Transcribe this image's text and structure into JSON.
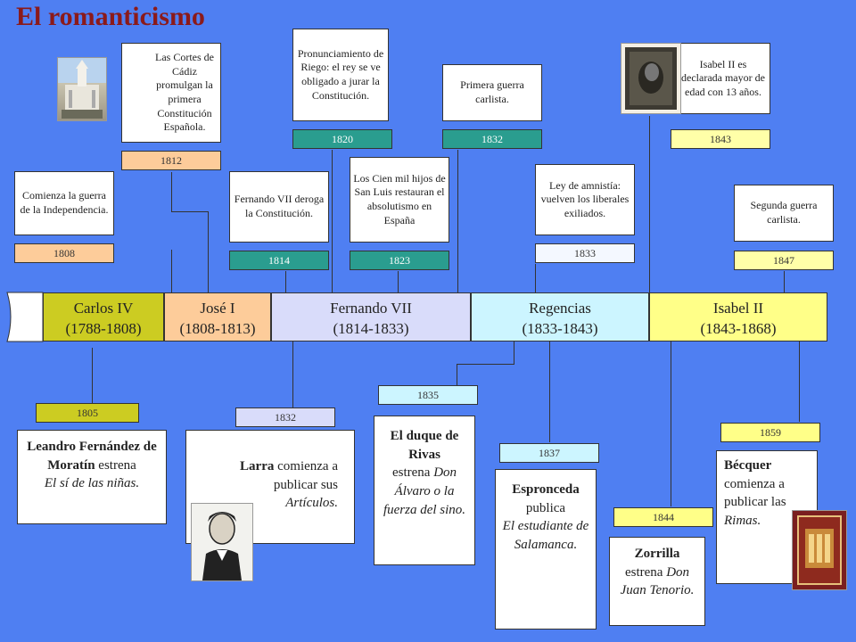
{
  "title": "El romanticismo",
  "events_top": [
    {
      "id": "e1812",
      "text": "Las Cortes de Cádiz promulgan la primera Constitución Española.",
      "year": "1812"
    },
    {
      "id": "e1820",
      "text": "Pronunciamiento de Riego: el rey se ve obligado a jurar la Constitución.",
      "year": "1820"
    },
    {
      "id": "e1832",
      "text": "Primera guerra carlista.",
      "year": "1832"
    },
    {
      "id": "e1843",
      "text": "Isabel II es declarada mayor de edad con 13 años.",
      "year": "1843"
    },
    {
      "id": "e1808",
      "text": "Comienza la guerra de la Independencia.",
      "year": "1808"
    },
    {
      "id": "e1814",
      "text": "Fernando VII deroga la Constitución.",
      "year": "1814"
    },
    {
      "id": "e1823",
      "text": "Los Cien mil hijos de San Luis restauran el absolutismo en España",
      "year": "1823"
    },
    {
      "id": "e1833",
      "text": "Ley de amnistía: vuelven los liberales exiliados.",
      "year": "1833"
    },
    {
      "id": "e1847",
      "text": "Segunda guerra carlista.",
      "year": "1847"
    }
  ],
  "reigns": [
    {
      "name": "Carlos IV",
      "period": "(1788-1808)",
      "color": "#cccc22"
    },
    {
      "name": "José I",
      "period": "(1808-1813)",
      "color": "#fdcc9a"
    },
    {
      "name": "Fernando VII",
      "period": "(1814-1833)",
      "color": "#d9dcfa"
    },
    {
      "name": "Regencias",
      "period": "(1833-1843)",
      "color": "#ccf5ff"
    },
    {
      "name": "Isabel II",
      "period": "(1843-1868)",
      "color": "#ffff88"
    }
  ],
  "events_bottom": [
    {
      "year": "1805",
      "author": "Leandro Fernández de Moratín",
      "verb": "estrena",
      "work": "El sí de las niñas."
    },
    {
      "year": "1832",
      "author": "Larra",
      "verb": "comienza a publicar sus",
      "work": "Artículos."
    },
    {
      "year": "1835",
      "author": "El duque de Rivas",
      "verb": "estrena",
      "work": "Don Álvaro o la fuerza del sino."
    },
    {
      "year": "1837",
      "author": "Espronceda",
      "verb": "publica",
      "work": "El estudiante de Salamanca."
    },
    {
      "year": "1844",
      "author": "Zorrilla",
      "verb": "estrena",
      "work": "Don Juan Tenorio."
    },
    {
      "year": "1859",
      "author": "Bécquer",
      "verb": "comienza a publicar las",
      "work": "Rimas."
    }
  ]
}
